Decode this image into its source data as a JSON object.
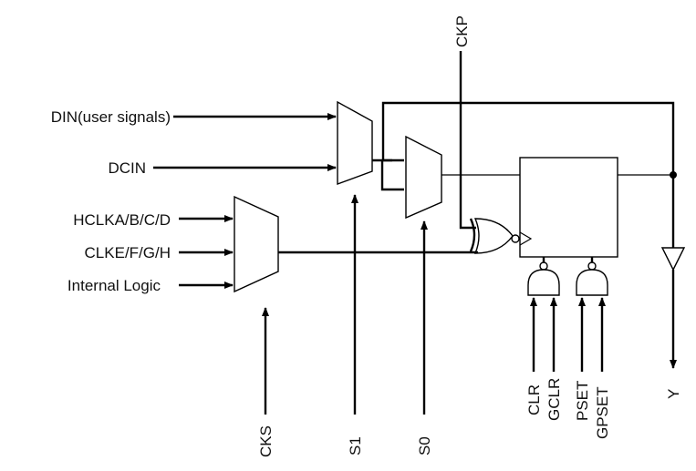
{
  "inputs": {
    "din": "DIN(user signals)",
    "dcin": "DCIN",
    "hclka": "HCLKA/B/C/D",
    "clke": "CLKE/F/G/H",
    "internal_logic": "Internal Logic"
  },
  "controls": {
    "ckp": "CKP",
    "cks": "CKS",
    "s1": "S1",
    "s0": "S0",
    "clr": "CLR",
    "gclr": "GCLR",
    "pset": "PSET",
    "gpset": "GPSET"
  },
  "outputs": {
    "y": "Y"
  },
  "colors": {
    "line": "#000000",
    "background": "#ffffff"
  }
}
